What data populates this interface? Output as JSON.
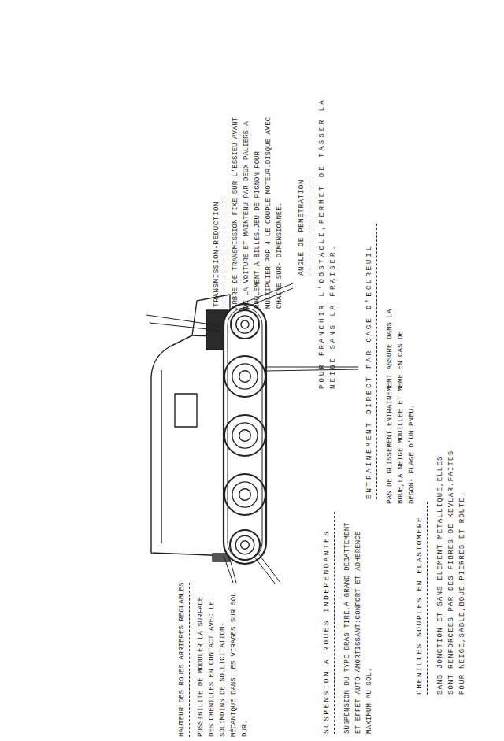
{
  "diagram": {
    "labels": [
      "TRANSMISSION-REDUCTION",
      "ARBRE DE TRANSMISSION FIXE SUR L'ESSIEU AVANT DE LA VOITURE ET MAINTENU PAR DEUX PALIERS A ROULEMENT A BILLES.JEU DE PIGNON POUR MULTIPLIER PAR 4 LE COUPLE MOTEUR.DISQUE AVEC CHAINE SUR- DIMENSIONNEE.",
      "ANGLE DE PENETRATION",
      "POUR FRANCHIR L'OBSTACLE,PERMET DE TASSER LA NEIGE SANS LA FRAISER.",
      "ENTRAINEMENT DIRECT PAR CAGE D'ECUREUIL",
      "PAS DE GLISSEMENT.ENTRAINEMENT ASSURE DANS LA BOUE,LA NEIGE MOUILLEE ET MEME EN CAS DE DEGON- FLAGE D'UN PNEU.",
      "HAUTEUR DES ROUES ARRIERES REGLABLES",
      "POSSIBILITE DE MODULER LA SURFACE DES CHENILLES EN CONTACT AVEC LE SOL:MOINS DE SOLLICITATION- MÉCANIQUE DANS LES VIRAGES SUR SOL DUR.",
      "SUSPENSION A ROUES INDEPENDANTES",
      "SUSPENSION DU TYPE BRAS TIRE,A GRAND DEBATTEMENT ET EFFET AUTO-AMORTISSANT:CONFORT ET ADHERENCE MAXIMUM AU SOL.",
      "CHENILLES SOUPLES EN ELASTOMERE",
      "SANS JONCTION ET SANS ELEMENT METALLIQUE,ELLES SONT RENFORCEES PAR DES FIBRES DE KEVLAR.FAITES POUR NEIGE,SABLE,BOUE,PIERRES ET ROUTE."
    ]
  }
}
